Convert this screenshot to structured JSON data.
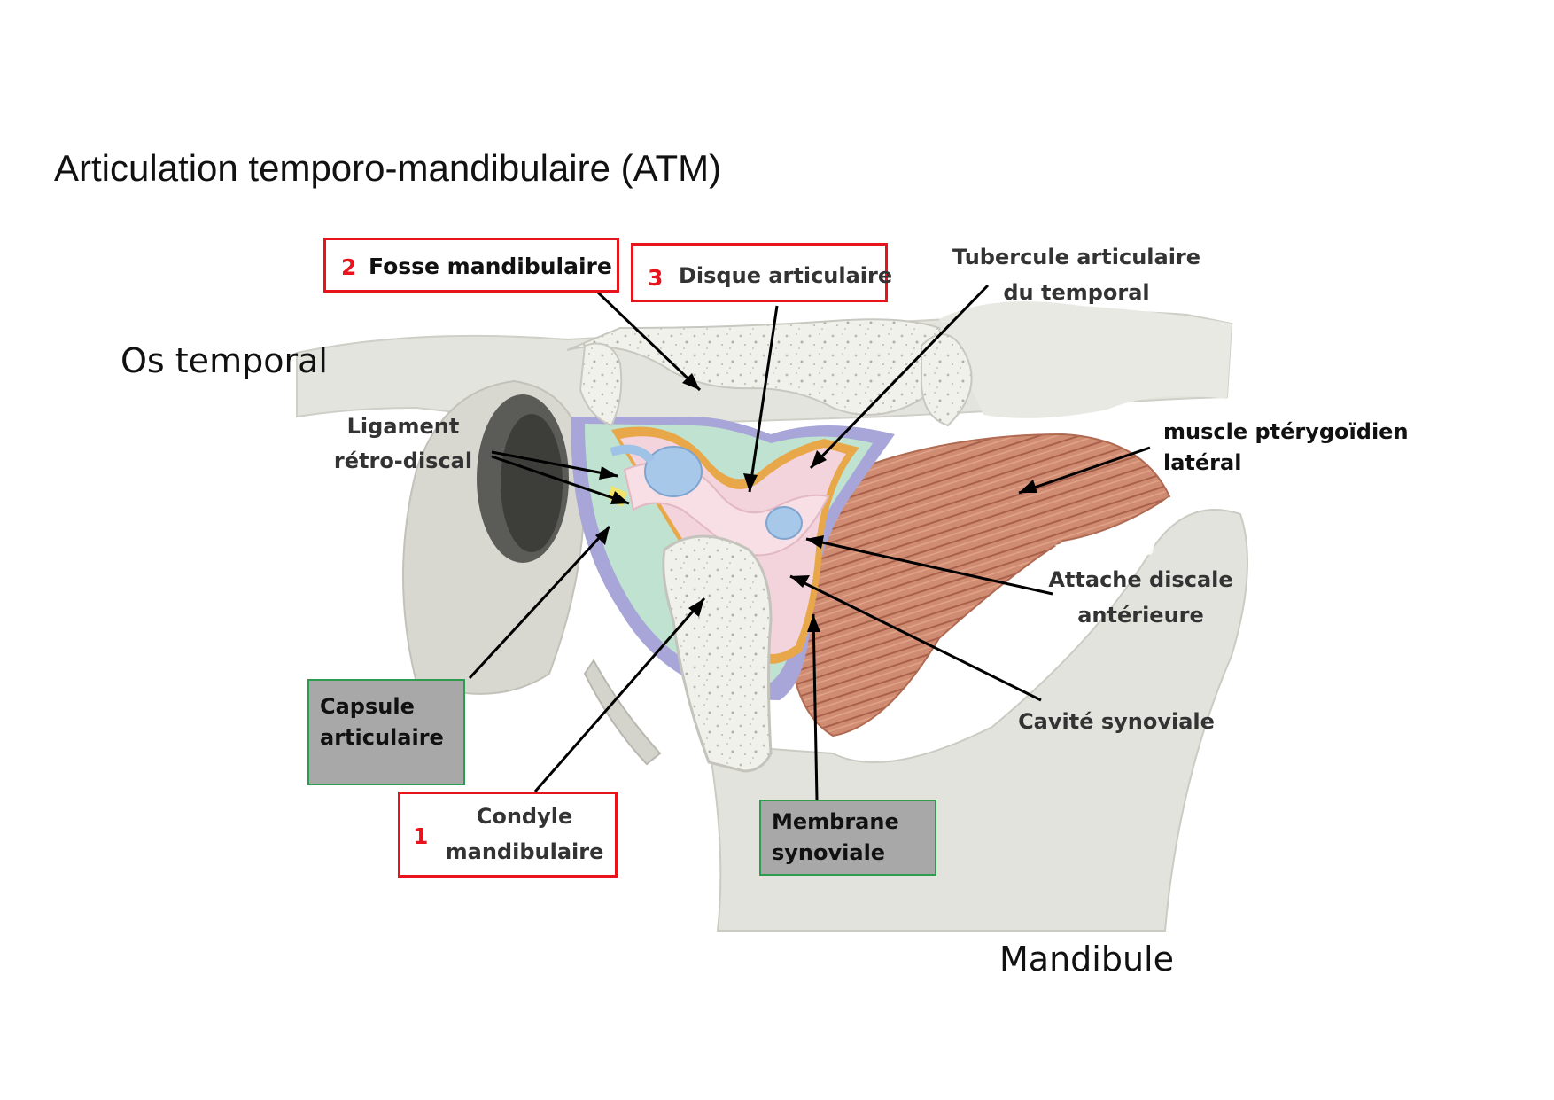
{
  "slide": {
    "title": "Articulation temporo-mandibulaire (ATM)",
    "region_labels": {
      "os_temporal": "Os temporal",
      "mandibule": "Mandibule"
    }
  },
  "numbered_labels": [
    {
      "number": "1",
      "line1": "Condyle",
      "line2": "mandibulaire"
    },
    {
      "number": "2",
      "text": "Fosse mandibulaire"
    },
    {
      "number": "3",
      "text": "Disque articulaire"
    }
  ],
  "grey_labels": [
    {
      "line1": "Capsule",
      "line2": "articulaire"
    },
    {
      "line1": "Membrane",
      "line2": "synoviale"
    }
  ],
  "plain_labels": {
    "tubercule_line1": "Tubercule  articulaire",
    "tubercule_line2": "du temporal",
    "ligament_line1": "Ligament",
    "ligament_line2": "rétro-discal",
    "muscle_line1": "muscle ptérygoïdien",
    "muscle_line2": "latéral",
    "attache_line1": "Attache discale",
    "attache_line2": "antérieure",
    "cavite": "Cavité synoviale"
  },
  "colors": {
    "red_box": "#e8141c",
    "grey_box_fill": "#a8a8a8",
    "grey_box_border": "#2e9b4e",
    "bone": "#e6e6e1",
    "muscle": "#c9826a",
    "disc": "#f3d3dc",
    "synovial_blue": "#a8c4e6",
    "capsule_purple": "#a8a6d8",
    "ligament_green": "#bfe3d0"
  }
}
